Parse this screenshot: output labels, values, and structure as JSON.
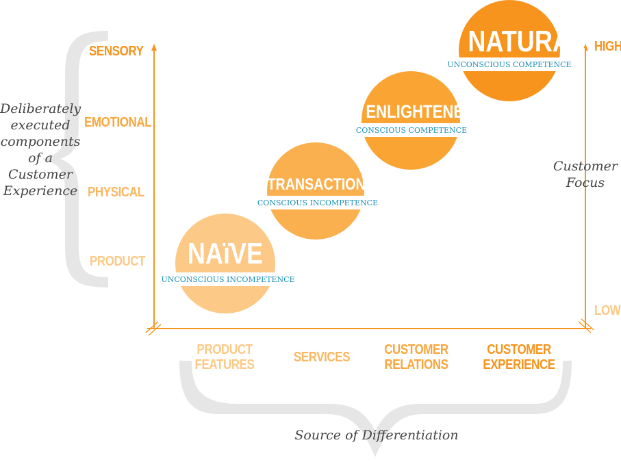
{
  "y_axis": {
    "labels": [
      "SENSORY",
      "EMOTIONAL",
      "PHYSICAL",
      "PRODUCT"
    ],
    "colors": [
      "#f7941d",
      "#f9a63d",
      "#fbb660",
      "#fcc986"
    ]
  },
  "x_axis": {
    "labels": [
      "PRODUCT\nFEATURES",
      "SERVICES",
      "CUSTOMER\nRELATIONS",
      "CUSTOMER\nEXPERIENCE"
    ],
    "colors": [
      "#fcc986",
      "#fbb660",
      "#f9a63d",
      "#f7941d"
    ]
  },
  "right_axis": {
    "high": "HIGH",
    "low": "LOW",
    "high_color": "#f7941d",
    "low_color": "#fcc986"
  },
  "left_caption": "Deliberately\nexecuted\ncomponents\nof a\nCustomer\nExperience",
  "right_caption": "Customer\nFocus",
  "bottom_caption": "Source of Differentiation",
  "stages": [
    {
      "title": "NAïVE",
      "subtitle": "UNCONSCIOUS INCOMPETENCE",
      "color": "#fcc986"
    },
    {
      "title": "TRANSACTIONAL",
      "subtitle": "CONSCIOUS INCOMPETENCE",
      "color": "#fbb04f"
    },
    {
      "title": "ENLIGHTENED",
      "subtitle": "CONSCIOUS COMPETENCE",
      "color": "#faa533"
    },
    {
      "title": "NATURAL",
      "subtitle": "UNCONSCIOUS COMPETENCE",
      "color": "#f7941d"
    }
  ],
  "colors": {
    "axis": "#f7941d",
    "subtitle_text": "#1a8fb5",
    "brace": "#e6e6e6"
  }
}
